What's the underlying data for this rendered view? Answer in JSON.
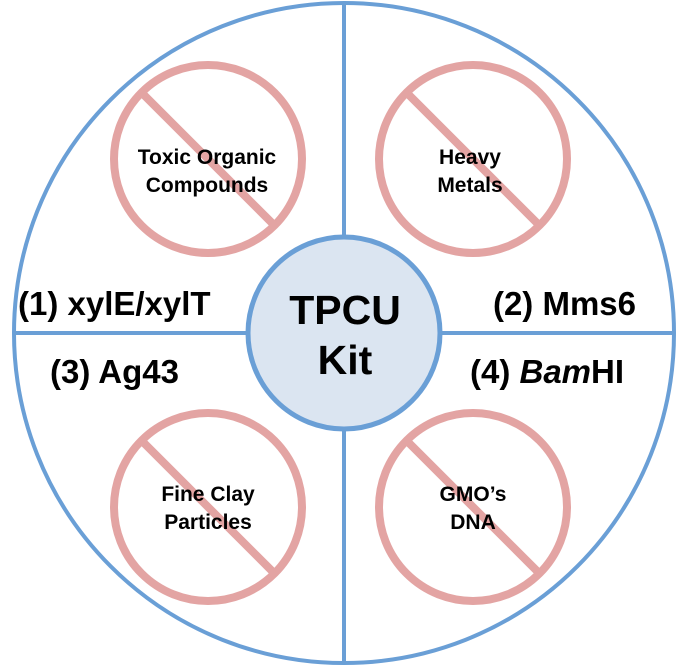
{
  "center": {
    "line1": "TPCU",
    "line2": "Kit"
  },
  "quadrants": [
    {
      "label": "(1) xylE/xylT",
      "ban_lines": [
        "Toxic Organic",
        "Compounds"
      ]
    },
    {
      "label": "(2) Mms6",
      "ban_lines": [
        "Heavy",
        "Metals"
      ]
    },
    {
      "label_prefix": "(3) ",
      "label": "(3) Ag43",
      "ban_lines": [
        "Fine Clay",
        "Particles"
      ]
    },
    {
      "label_prefix": "(4) ",
      "label_italic": "Bam",
      "label_suffix": "HI",
      "ban_lines": [
        "GMO’s",
        "DNA"
      ]
    }
  ],
  "colors": {
    "outline": "#6a9fd6",
    "center_fill": "#dbe5f1",
    "ban_symbol": "#e3a4a3"
  }
}
